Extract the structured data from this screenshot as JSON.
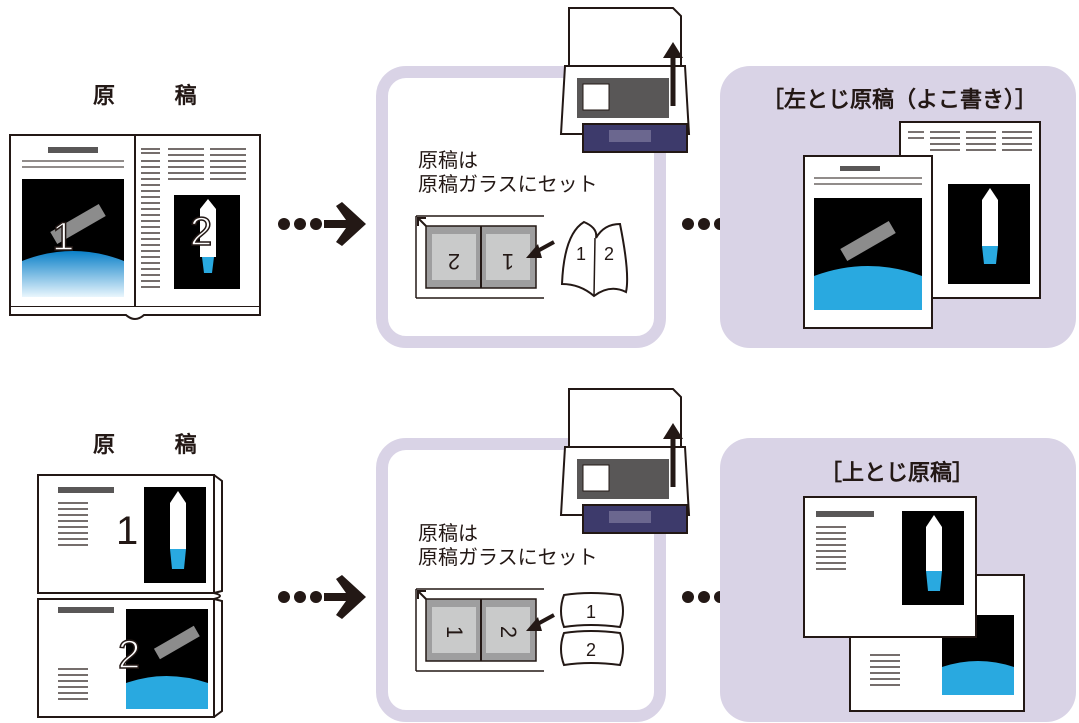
{
  "rows": [
    {
      "original_label": "原 稿",
      "instruction_line1": "原稿は",
      "instruction_line2": "原稿ガラスにセット",
      "result_title": "［左とじ原稿（よこ書き）］",
      "page_numbers": [
        "1",
        "2"
      ]
    },
    {
      "original_label": "原 稿",
      "instruction_line1": "原稿は",
      "instruction_line2": "原稿ガラスにセット",
      "result_title": "［上とじ原稿］",
      "page_numbers": [
        "1",
        "2"
      ]
    }
  ],
  "colors": {
    "panel_lavender": "#d9d3e6",
    "ink": "#231815",
    "earth_blue": "#29a9e0",
    "scanner_navy": "#3d3a6b"
  },
  "icons": [
    "book-icon",
    "arrow-right-icon",
    "scanner-icon",
    "open-book-icon",
    "page-icon",
    "satellite-icon",
    "shuttle-icon"
  ]
}
